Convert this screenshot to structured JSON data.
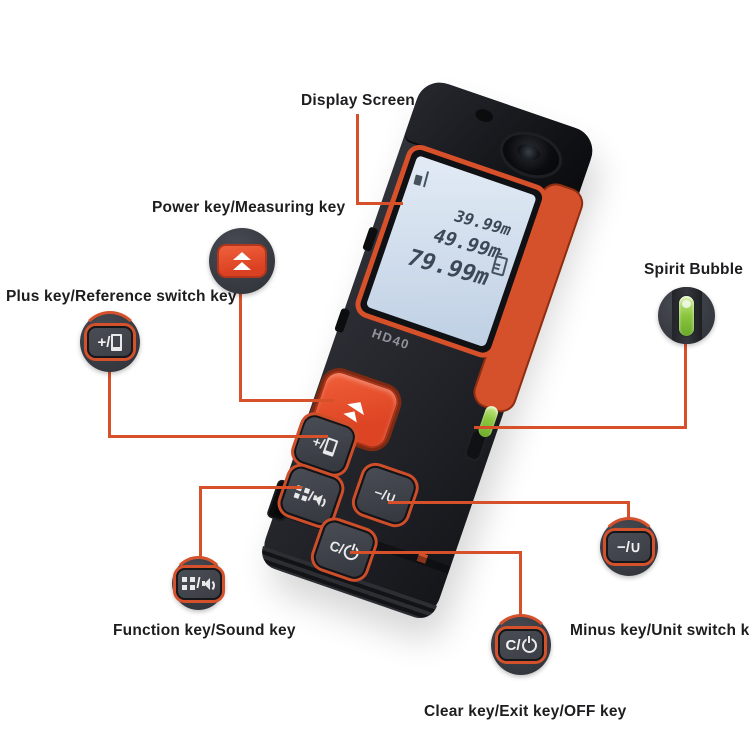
{
  "labels": {
    "display": "Display Screen",
    "power": "Power key/Measuring key",
    "plus": "Plus key/Reference switch key",
    "spirit": "Spirit Bubble",
    "function": "Function key/Sound key",
    "minus": "Minus key/Unit switch key",
    "clear": "Clear key/Exit key/OFF key"
  },
  "device": {
    "model": "HD40",
    "screen_readings": [
      "39.99m",
      "49.99m",
      "79.99m"
    ]
  },
  "keys": {
    "plus": "+/",
    "minus": "−/∪",
    "clear": "C/",
    "function_sep": "/"
  },
  "colors": {
    "accent_orange": "#d6502a",
    "device_black": "#232429",
    "screen_blue": "#d6e2f0",
    "bubble_green": "#8bc63f",
    "measure_red": "#e2492a"
  }
}
